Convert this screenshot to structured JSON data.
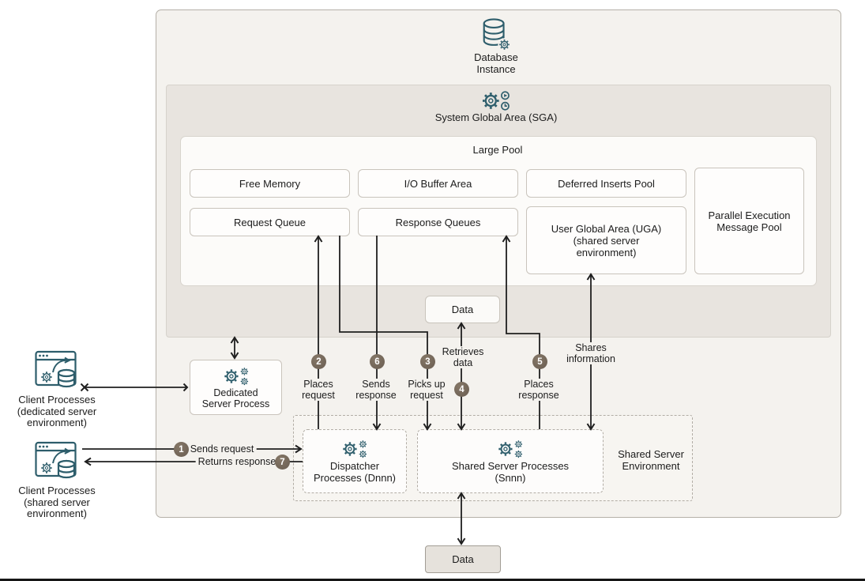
{
  "colors": {
    "accent_teal": "#2d5d6b",
    "badge_brown": "#6e6156",
    "sga_fill": "#e8e4df",
    "container_fill": "#f4f2ee",
    "line": "#1f1f1f"
  },
  "titles": {
    "database_instance": "Database\nInstance",
    "sga": "System Global Area (SGA)",
    "large_pool": "Large Pool",
    "shared_env": "Shared Server\nEnvironment"
  },
  "pools": {
    "free_memory": "Free Memory",
    "io_buffer": "I/O Buffer Area",
    "deferred_inserts": "Deferred Inserts Pool",
    "request_queue": "Request Queue",
    "response_queues": "Response Queues",
    "uga": "User Global Area (UGA)\n(shared server\nenvironment)",
    "parallel_exec": "Parallel Execution\nMessage Pool"
  },
  "processes": {
    "dedicated": "Dedicated\nServer Process",
    "dispatcher": "Dispatcher\nProcesses (Dnnn)",
    "shared_server": "Shared Server Processes\n(Snnn)"
  },
  "clients": {
    "dedicated": "Client Processes\n(dedicated server\nenvironment)",
    "shared": "Client Processes\n(shared server\nenvironment)"
  },
  "data_boxes": {
    "top": "Data",
    "bottom": "Data"
  },
  "flows": {
    "f1": {
      "num": "1",
      "label": "Sends request"
    },
    "f2": {
      "num": "2",
      "label": "Places\nrequest"
    },
    "f3": {
      "num": "3",
      "label": "Picks up\nrequest"
    },
    "f4": {
      "num": "4",
      "label": "Retrieves\ndata"
    },
    "f5": {
      "num": "5",
      "label": "Places\nresponse"
    },
    "f6": {
      "num": "6",
      "label": "Sends\nresponse"
    },
    "f7": {
      "num": "7",
      "label": "Returns response"
    },
    "shares": {
      "label": "Shares\ninformation"
    }
  }
}
